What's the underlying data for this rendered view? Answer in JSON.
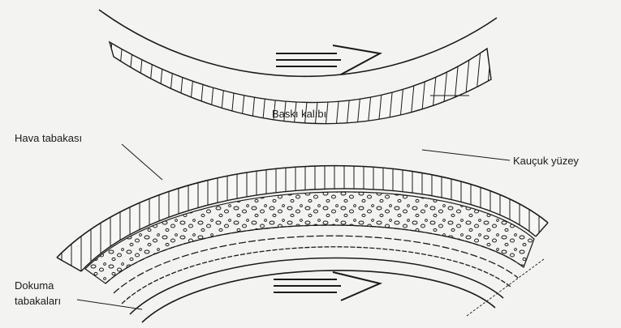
{
  "labels": {
    "print_plate": "Baskı kalıbı",
    "air_layer": "Hava tabakası",
    "rubber_surface": "Kauçuk yüzey",
    "fabric_layers_line1": "Dokuma",
    "fabric_layers_line2": "tabakaları"
  },
  "colors": {
    "background": "#f3f3f1",
    "ink": "#1a1a1a"
  },
  "icons": [
    "motion-arrow-icon",
    "motion-arrow-icon"
  ]
}
